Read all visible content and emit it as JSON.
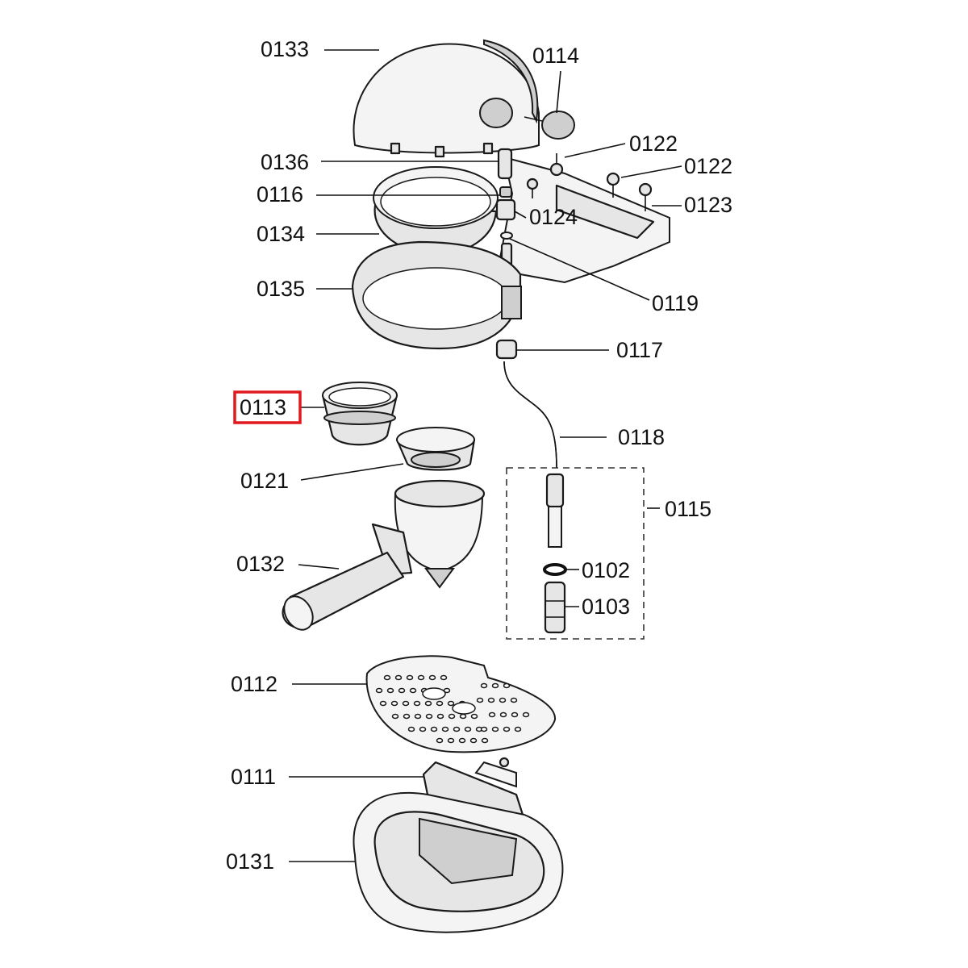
{
  "highlight_color": "#e0191f",
  "labels": {
    "p0133": "0133",
    "p0114": "0114",
    "p0122a": "0122",
    "p0122b": "0122",
    "p0136": "0136",
    "p0116": "0116",
    "p0123": "0123",
    "p0124": "0124",
    "p0134": "0134",
    "p0135": "0135",
    "p0119": "0119",
    "p0117": "0117",
    "p0113": "0113",
    "p0118": "0118",
    "p0121": "0121",
    "p0115": "0115",
    "p0132": "0132",
    "p0102": "0102",
    "p0103": "0103",
    "p0112": "0112",
    "p0111": "0111",
    "p0131": "0131"
  }
}
